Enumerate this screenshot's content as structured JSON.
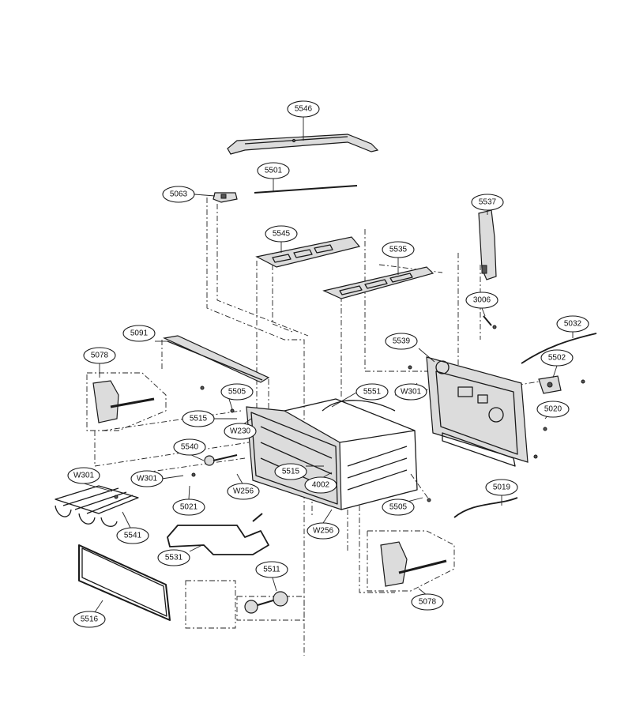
{
  "callouts": {
    "c5546": "5546",
    "c5501": "5501",
    "c5063": "5063",
    "c5537": "5537",
    "c5545": "5545",
    "c5535": "5535",
    "c3006": "3006",
    "c5032": "5032",
    "c5091": "5091",
    "c5539": "5539",
    "c5502": "5502",
    "c5078a": "5078",
    "c5505a": "5505",
    "c5551": "5551",
    "cW301a": "W301",
    "c5020": "5020",
    "c5515a": "5515",
    "cW230": "W230",
    "c5540": "5540",
    "c5515b": "5515",
    "cW301b": "W301",
    "cW301c": "W301",
    "c4002": "4002",
    "c5019": "5019",
    "c5021": "5021",
    "cW256a": "W256",
    "c5505b": "5505",
    "c5541": "5541",
    "cW256b": "W256",
    "c5531": "5531",
    "c5511": "5511",
    "c5516": "5516",
    "c5078b": "5078"
  }
}
